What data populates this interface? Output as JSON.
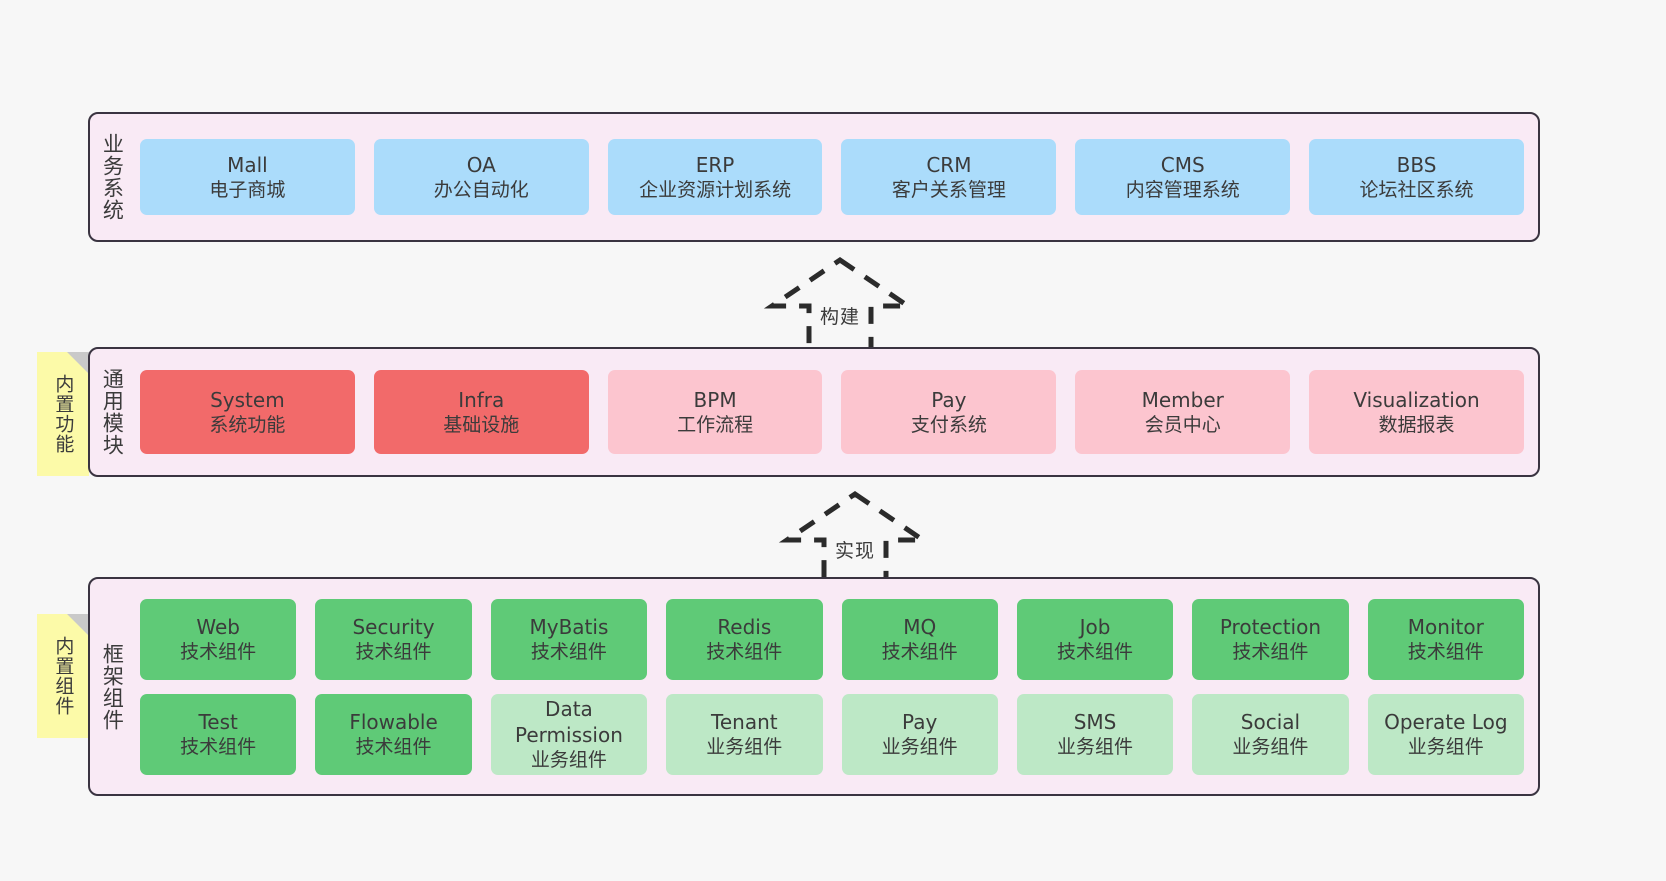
{
  "diagram": {
    "background_color": "#f7f7f7",
    "panel_fill": "#f9eaf5",
    "panel_border": "#3a3441",
    "sticky_fill": "#fcfaa8"
  },
  "layers": [
    {
      "id": "business",
      "title": "业务系统",
      "rows": [
        {
          "cells": [
            {
              "name": "Mall",
              "sub": "电子商城",
              "color": "#abdcfb",
              "variant": "c-blue"
            },
            {
              "name": "OA",
              "sub": "办公自动化",
              "color": "#abdcfb",
              "variant": "c-blue"
            },
            {
              "name": "ERP",
              "sub": "企业资源计划系统",
              "color": "#abdcfb",
              "variant": "c-blue"
            },
            {
              "name": "CRM",
              "sub": "客户关系管理",
              "color": "#abdcfb",
              "variant": "c-blue"
            },
            {
              "name": "CMS",
              "sub": "内容管理系统",
              "color": "#abdcfb",
              "variant": "c-blue"
            },
            {
              "name": "BBS",
              "sub": "论坛社区系统",
              "color": "#abdcfb",
              "variant": "c-blue"
            }
          ]
        }
      ]
    },
    {
      "id": "modules",
      "title": "通用模块",
      "sticky": "内置功能",
      "rows": [
        {
          "cells": [
            {
              "name": "System",
              "sub": "系统功能",
              "color": "#f26a6a",
              "variant": "c-red"
            },
            {
              "name": "Infra",
              "sub": "基础设施",
              "color": "#f26a6a",
              "variant": "c-red"
            },
            {
              "name": "BPM",
              "sub": "工作流程",
              "color": "#fcc5cf",
              "variant": "c-pink"
            },
            {
              "name": "Pay",
              "sub": "支付系统",
              "color": "#fcc5cf",
              "variant": "c-pink"
            },
            {
              "name": "Member",
              "sub": "会员中心",
              "color": "#fcc5cf",
              "variant": "c-pink"
            },
            {
              "name": "Visualization",
              "sub": "数据报表",
              "color": "#fcc5cf",
              "variant": "c-pink"
            }
          ]
        }
      ]
    },
    {
      "id": "framework",
      "title": "框架组件",
      "sticky": "内置组件",
      "rows": [
        {
          "cells": [
            {
              "name": "Web",
              "sub": "技术组件",
              "color": "#5fca77",
              "variant": "c-green"
            },
            {
              "name": "Security",
              "sub": "技术组件",
              "color": "#5fca77",
              "variant": "c-green"
            },
            {
              "name": "MyBatis",
              "sub": "技术组件",
              "color": "#5fca77",
              "variant": "c-green"
            },
            {
              "name": "Redis",
              "sub": "技术组件",
              "color": "#5fca77",
              "variant": "c-green"
            },
            {
              "name": "MQ",
              "sub": "技术组件",
              "color": "#5fca77",
              "variant": "c-green"
            },
            {
              "name": "Job",
              "sub": "技术组件",
              "color": "#5fca77",
              "variant": "c-green"
            },
            {
              "name": "Protection",
              "sub": "技术组件",
              "color": "#5fca77",
              "variant": "c-green"
            },
            {
              "name": "Monitor",
              "sub": "技术组件",
              "color": "#5fca77",
              "variant": "c-green"
            }
          ]
        },
        {
          "cells": [
            {
              "name": "Test",
              "sub": "技术组件",
              "color": "#5fca77",
              "variant": "c-green"
            },
            {
              "name": "Flowable",
              "sub": "技术组件",
              "color": "#5fca77",
              "variant": "c-green"
            },
            {
              "name": "Data Permission",
              "sub": "业务组件",
              "color": "#bde8c6",
              "variant": "c-greenlight"
            },
            {
              "name": "Tenant",
              "sub": "业务组件",
              "color": "#bde8c6",
              "variant": "c-greenlight"
            },
            {
              "name": "Pay",
              "sub": "业务组件",
              "color": "#bde8c6",
              "variant": "c-greenlight"
            },
            {
              "name": "SMS",
              "sub": "业务组件",
              "color": "#bde8c6",
              "variant": "c-greenlight"
            },
            {
              "name": "Social",
              "sub": "业务组件",
              "color": "#bde8c6",
              "variant": "c-greenlight"
            },
            {
              "name": "Operate Log",
              "sub": "业务组件",
              "color": "#bde8c6",
              "variant": "c-greenlight"
            }
          ]
        }
      ]
    }
  ],
  "arrows": [
    {
      "id": "build",
      "label": "构建",
      "direction": "up",
      "style": "dashed-block-arrow"
    },
    {
      "id": "implement",
      "label": "实现",
      "direction": "up",
      "style": "dashed-block-arrow"
    }
  ]
}
